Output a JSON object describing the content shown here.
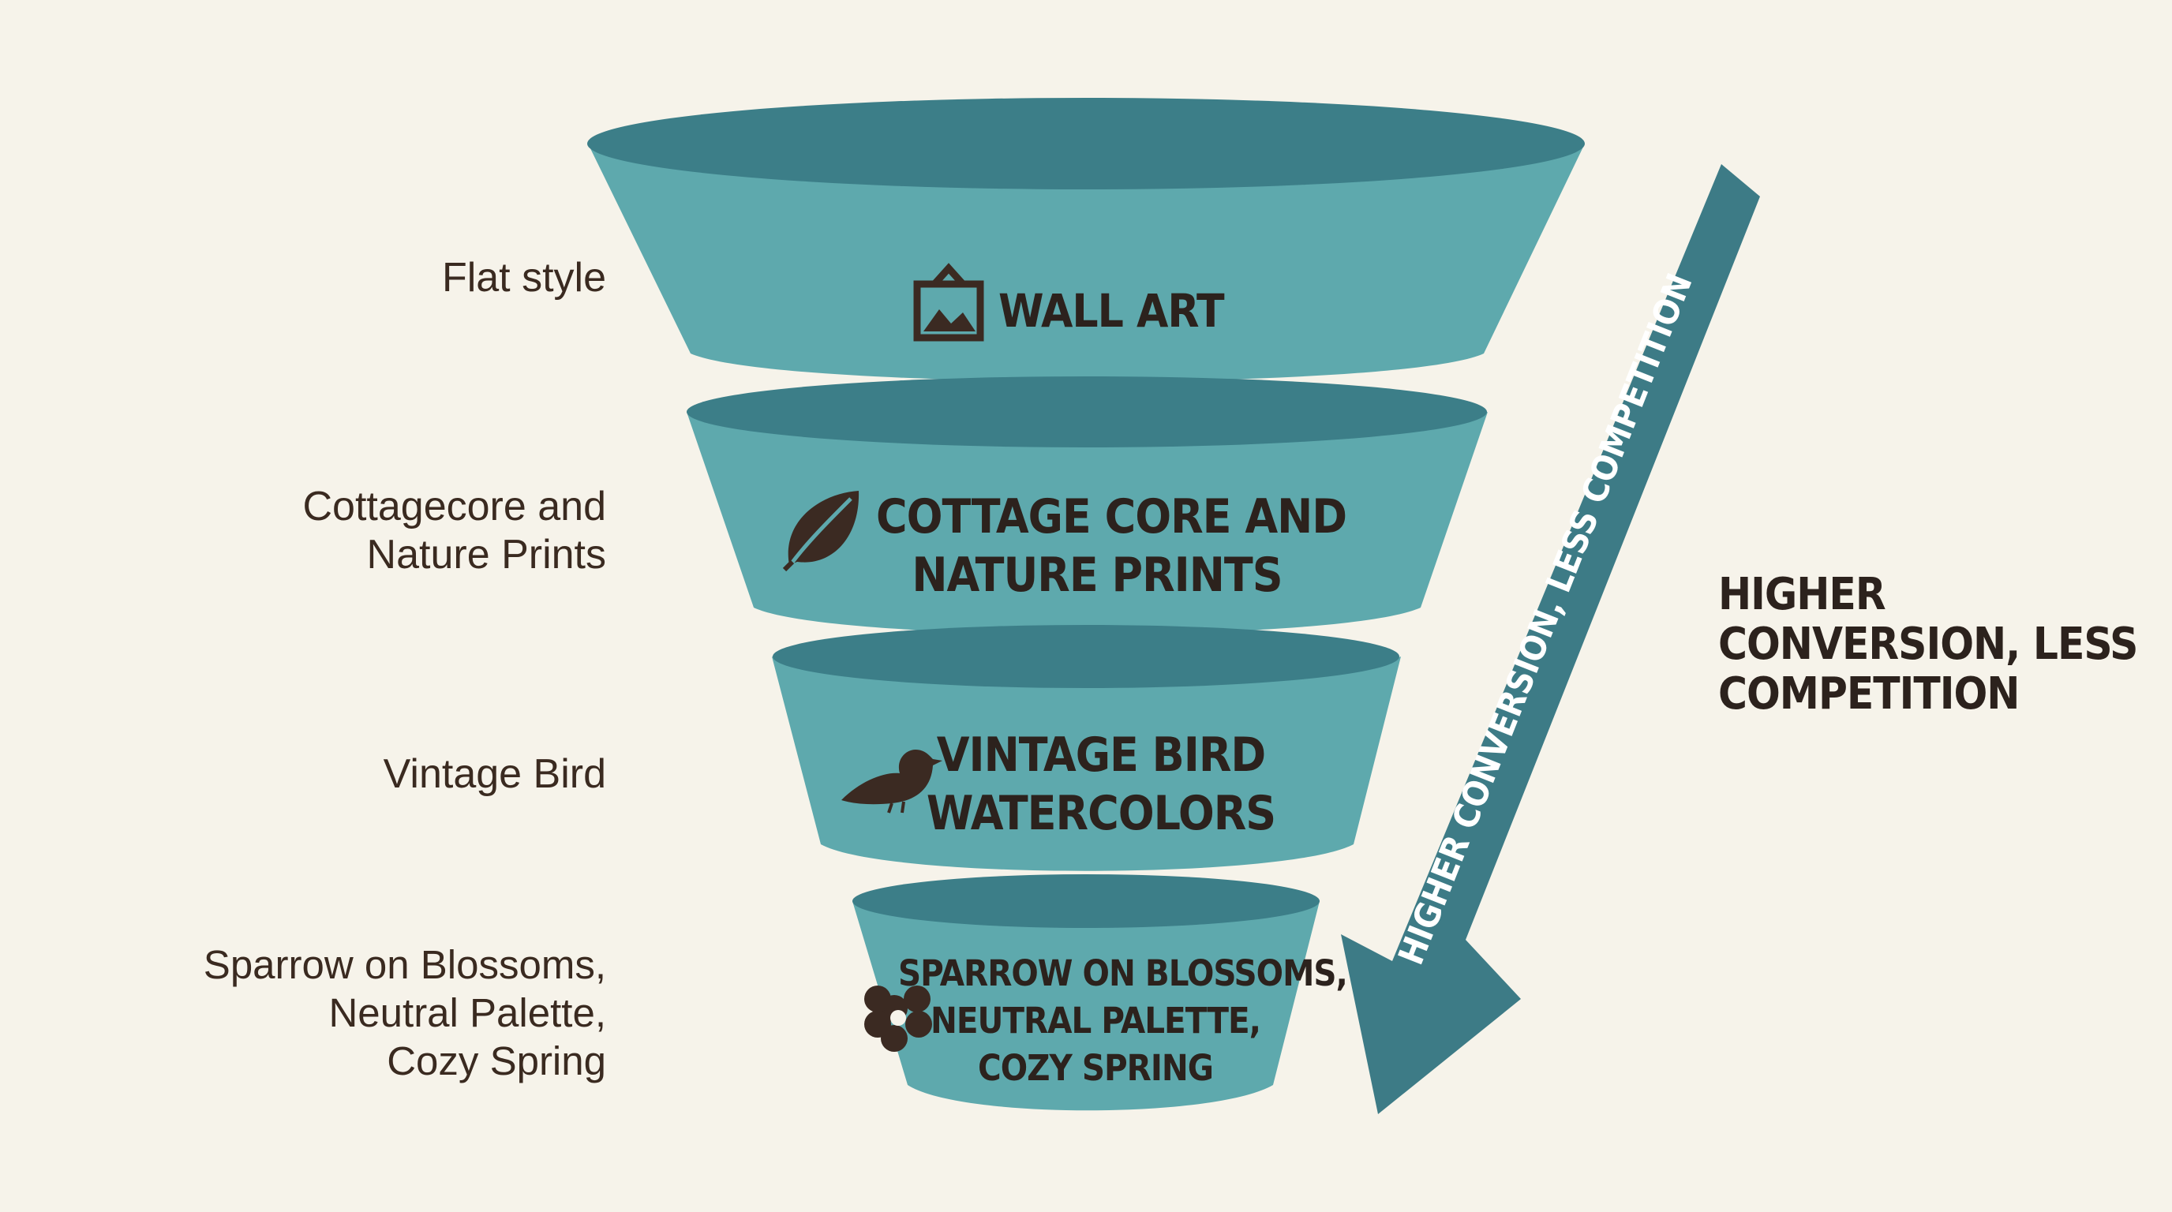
{
  "tiers": [
    {
      "side_label": [
        "Flat style"
      ],
      "heading": [
        "WALL ART"
      ],
      "icon": "framed-picture-icon"
    },
    {
      "side_label": [
        "Cottagecore and",
        "Nature Prints"
      ],
      "heading": [
        "COTTAGE CORE AND",
        "NATURE PRINTS"
      ],
      "icon": "leaf-icon"
    },
    {
      "side_label": [
        "Vintage Bird"
      ],
      "heading": [
        "VINTAGE BIRD",
        "WATERCOLORS"
      ],
      "icon": "bird-icon"
    },
    {
      "side_label": [
        "Sparrow on Blossoms,",
        "Neutral Palette,",
        "Cozy Spring"
      ],
      "heading": [
        "SPARROW ON BLOSSOMS,",
        "NEUTRAL PALETTE,",
        "COZY SPRING"
      ],
      "icon": "flower-icon"
    }
  ],
  "arrow": {
    "text": "HIGHER CONVERSION, LESS COMPETITION",
    "icon": "down-arrow-icon"
  },
  "legend": [
    "HIGHER",
    "CONVERSION, LESS",
    "COMPETITION"
  ],
  "colors": {
    "background": "#f6f3ea",
    "funnel_fill": "#5ea9ad",
    "funnel_top": "#3c7e88",
    "arrow": "#3d7b86",
    "text_dark": "#2c221d",
    "icon_dark": "#3b2a22"
  }
}
